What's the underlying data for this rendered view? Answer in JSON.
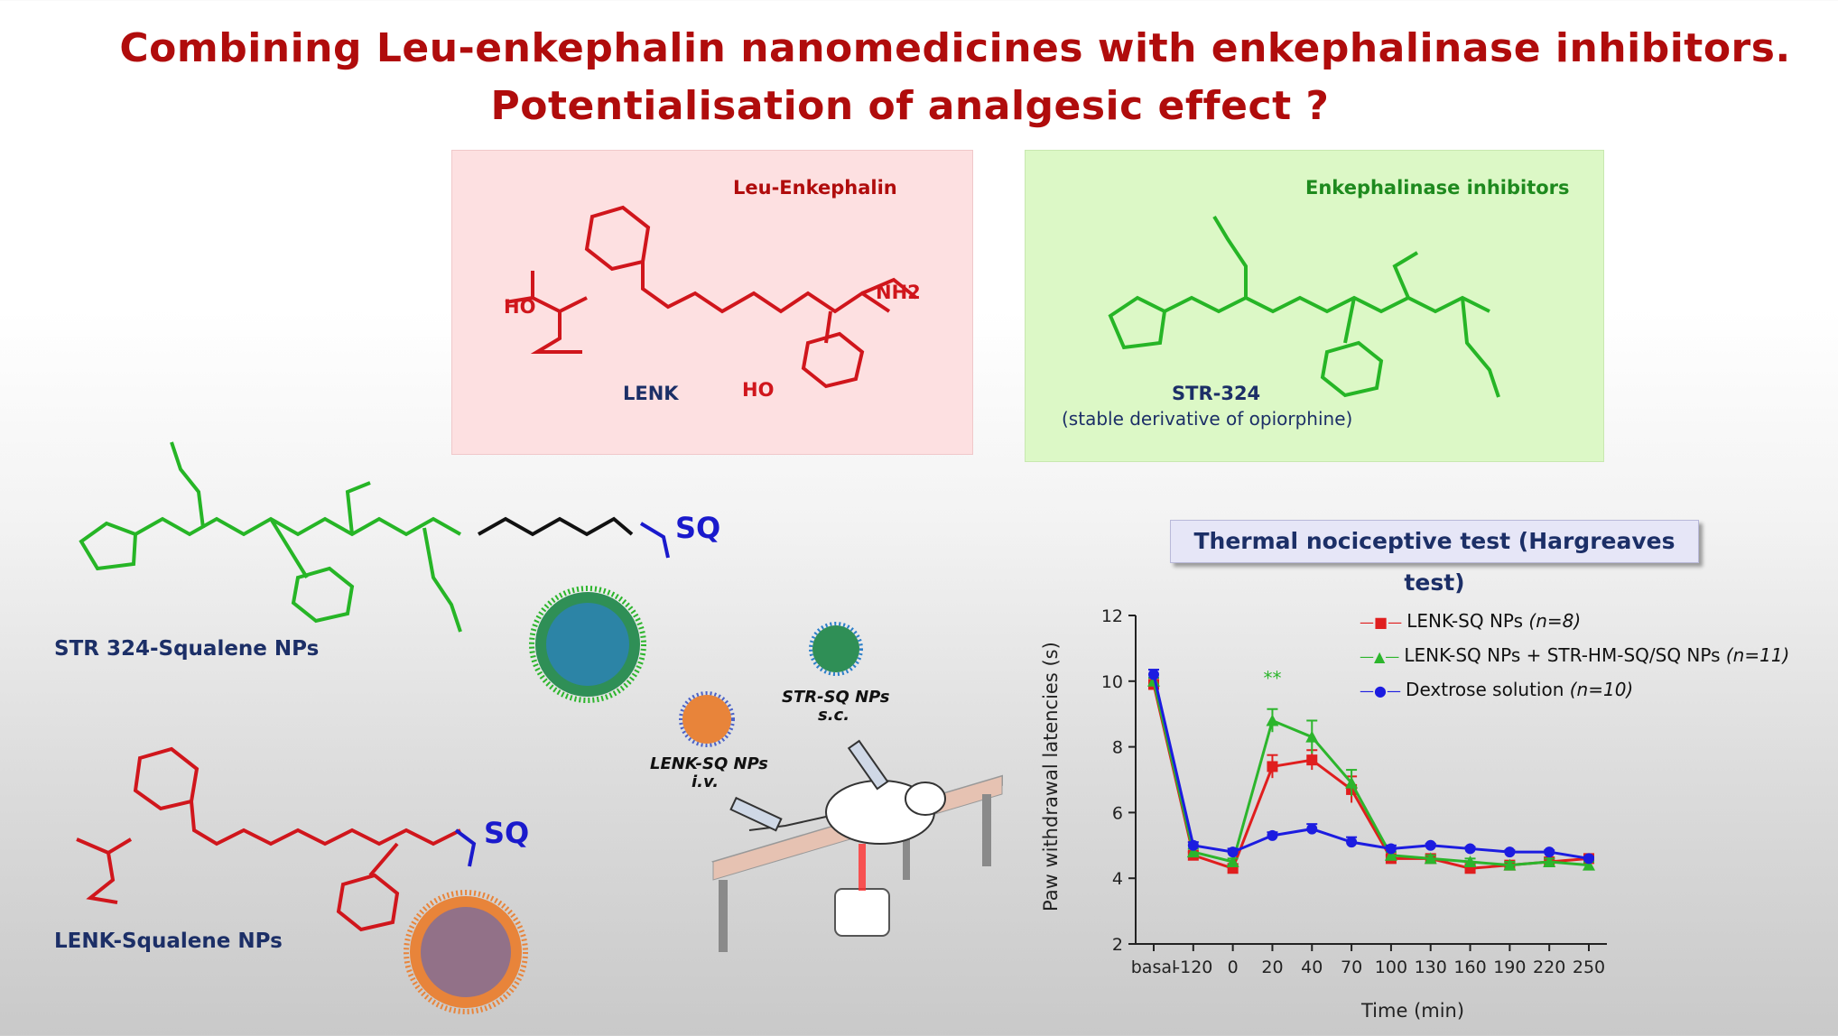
{
  "title": {
    "line1": "Combining Leu-enkephalin nanomedicines with enkephalinase inhibitors.",
    "line2": "Potentialisation of analgesic effect ?"
  },
  "colors": {
    "red": "#d0161c",
    "green": "#26b526",
    "blue": "#1a1acc",
    "navy": "#1c2f67",
    "title_red": "#b00c0c"
  },
  "pink_panel": {
    "header": "Leu-Enkephalin",
    "name": "LENK",
    "atoms": {
      "oh_left": "HO",
      "nh2": "NH2",
      "ho_ring": "HO"
    }
  },
  "green_panel": {
    "header": "Enkephalinase inhibitors",
    "name": "STR-324",
    "subtitle": "(stable derivative of opiorphine)"
  },
  "left_structures": {
    "str_label": "STR 324-Squalene NPs",
    "lenk_label": "LENK-Squalene NPs",
    "sq": "SQ"
  },
  "injection": {
    "str_np": "STR-SQ NPs",
    "str_route": "s.c.",
    "lenk_np": "LENK-SQ NPs",
    "lenk_route": "i.v."
  },
  "test_title": "Thermal nociceptive test (Hargreaves test)",
  "chart_data": {
    "type": "line",
    "title": "",
    "xlabel": "Time (min)",
    "ylabel": "Paw withdrawal latencies (s)",
    "categories": [
      "basal",
      "-120",
      "0",
      "20",
      "40",
      "70",
      "100",
      "130",
      "160",
      "190",
      "220",
      "250"
    ],
    "ylim": [
      2,
      12
    ],
    "yticks": [
      2,
      4,
      6,
      8,
      10,
      12
    ],
    "annotation": "**",
    "series": [
      {
        "name": "LENK-SQ NPs",
        "note": "(n=8)",
        "color": "#e01e1e",
        "marker": "square",
        "values": [
          9.9,
          4.7,
          4.3,
          7.4,
          7.6,
          6.7,
          4.6,
          4.6,
          4.3,
          4.4,
          4.5,
          4.6
        ],
        "errors": [
          0.1,
          0.1,
          0.1,
          0.35,
          0.3,
          0.4,
          0.1,
          0.1,
          0.1,
          0.1,
          0.1,
          0.1
        ]
      },
      {
        "name": "LENK-SQ NPs + STR-HM-SQ/SQ NPs",
        "note": "(n=11)",
        "color": "#2cb52c",
        "marker": "triangle",
        "values": [
          10.0,
          4.8,
          4.5,
          8.8,
          8.3,
          6.9,
          4.7,
          4.6,
          4.5,
          4.4,
          4.5,
          4.4
        ],
        "errors": [
          0.1,
          0.1,
          0.1,
          0.35,
          0.5,
          0.4,
          0.1,
          0.1,
          0.1,
          0.1,
          0.1,
          0.1
        ]
      },
      {
        "name": "Dextrose solution",
        "note": "(n=10)",
        "color": "#1c1ce0",
        "marker": "circle",
        "values": [
          10.2,
          5.0,
          4.8,
          5.3,
          5.5,
          5.1,
          4.9,
          5.0,
          4.9,
          4.8,
          4.8,
          4.6
        ],
        "errors": [
          0.15,
          0.1,
          0.1,
          0.1,
          0.15,
          0.15,
          0.1,
          0.05,
          0.05,
          0.05,
          0.05,
          0.05
        ]
      }
    ]
  }
}
